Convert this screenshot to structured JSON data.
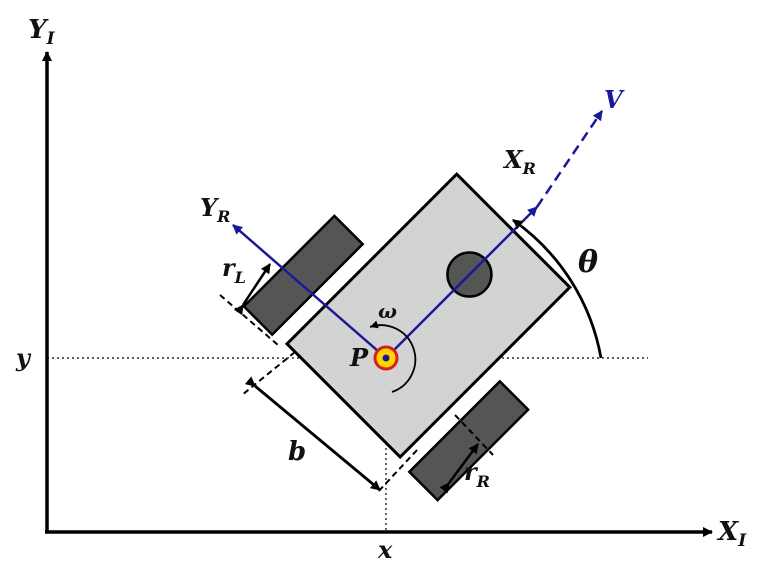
{
  "labels": {
    "inertial_y_axis": "Y",
    "inertial_y_axis_sub": "I",
    "inertial_x_axis": "X",
    "inertial_x_axis_sub": "I",
    "robot_y_axis": "Y",
    "robot_y_axis_sub": "R",
    "robot_x_axis": "X",
    "robot_x_axis_sub": "R",
    "velocity": "V",
    "heading_angle": "θ",
    "angular_velocity": "ω",
    "center_point": "P",
    "position_x": "x",
    "position_y": "y",
    "wheel_base": "b",
    "left_wheel_radius": "r",
    "left_wheel_radius_sub": "L",
    "right_wheel_radius": "r",
    "right_wheel_radius_sub": "R"
  },
  "colors": {
    "axis": "#000000",
    "robot_frame": "#1a1a99",
    "chassis_fill": "#d3d3d3",
    "wheel_fill": "#555555",
    "center_fill": "#ffd700",
    "center_ring": "#d62020"
  }
}
